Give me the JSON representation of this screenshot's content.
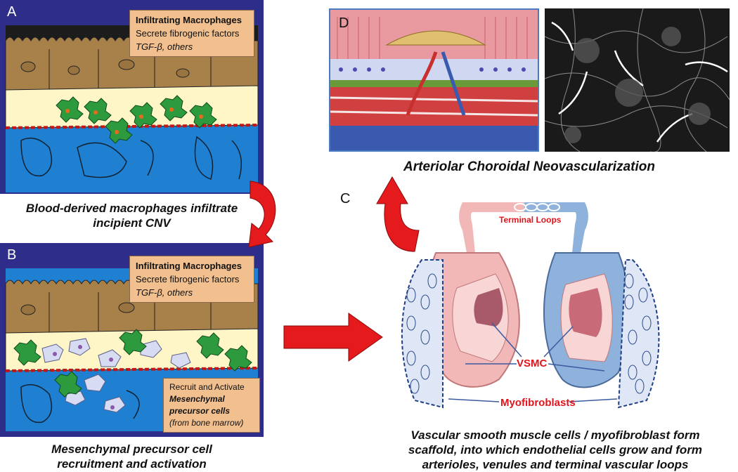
{
  "panel_a": {
    "letter": "A",
    "box_title": "Infiltrating Macrophages",
    "box_line2": "Secrete fibrogenic factors",
    "box_line3": "TGF-β, others",
    "caption_line1": "Blood-derived macrophages infiltrate",
    "caption_line2": "incipient CNV"
  },
  "panel_b": {
    "letter": "B",
    "box_title": "Infiltrating Macrophages",
    "box_line2": "Secrete fibrogenic factors",
    "box_line3": "TGF-β, others",
    "recruit_line1": "Recruit and Activate",
    "recruit_line2": "Mesenchymal",
    "recruit_line3": "precursor cells",
    "recruit_line4": "(from bone marrow)",
    "caption_line1": "Mesenchymal precursor cell",
    "caption_line2": "recruitment and activation"
  },
  "panel_c": {
    "letter": "C",
    "terminal_loops": "Terminal Loops",
    "vsmc": "VSMC",
    "myofibroblasts": "Myofibroblasts",
    "caption_line1": "Vascular smooth muscle cells / myofibroblast form",
    "caption_line2": "scaffold, into which endothelial cells grow and form",
    "caption_line3": "arterioles, venules and terminal vascular loops"
  },
  "panel_d": {
    "letter": "D",
    "caption": "Arteriolar Choroidal Neovascularization"
  },
  "colors": {
    "frame": "#2e2e8a",
    "rpe": "#a8804a",
    "bruch": "#fff6c8",
    "choroid": "#1f7fd0",
    "macrophage": "#2e9a3e",
    "arrow": "#e41a1c",
    "artery": "#f2a8a8",
    "vein": "#7fa6d8"
  }
}
